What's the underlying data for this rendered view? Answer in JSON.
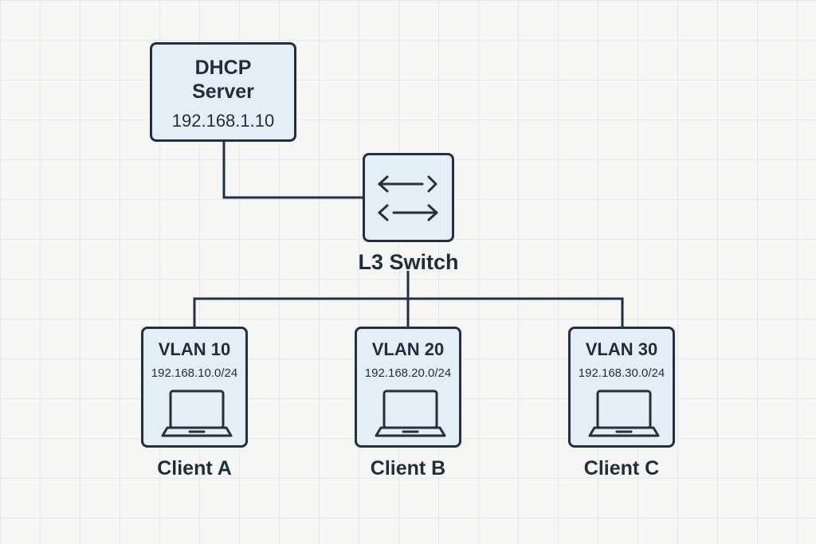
{
  "dhcp_server": {
    "title_line1": "DHCP",
    "title_line2": "Server",
    "ip": "192.168.1.10"
  },
  "switch": {
    "label": "L3 Switch",
    "icon": "bidirectional-arrows-icon"
  },
  "vlans": [
    {
      "name": "VLAN 10",
      "subnet": "192.168.10.0/24",
      "client": "Client A",
      "icon": "laptop-icon"
    },
    {
      "name": "VLAN 20",
      "subnet": "192.168.20.0/24",
      "client": "Client B",
      "icon": "laptop-icon"
    },
    {
      "name": "VLAN 30",
      "subnet": "192.168.30.0/24",
      "client": "Client C",
      "icon": "laptop-icon"
    }
  ],
  "colors": {
    "node_fill": "#e3eef7",
    "stroke": "#22303f",
    "background": "#f6f6f5",
    "grid": "#e6e8e8"
  }
}
